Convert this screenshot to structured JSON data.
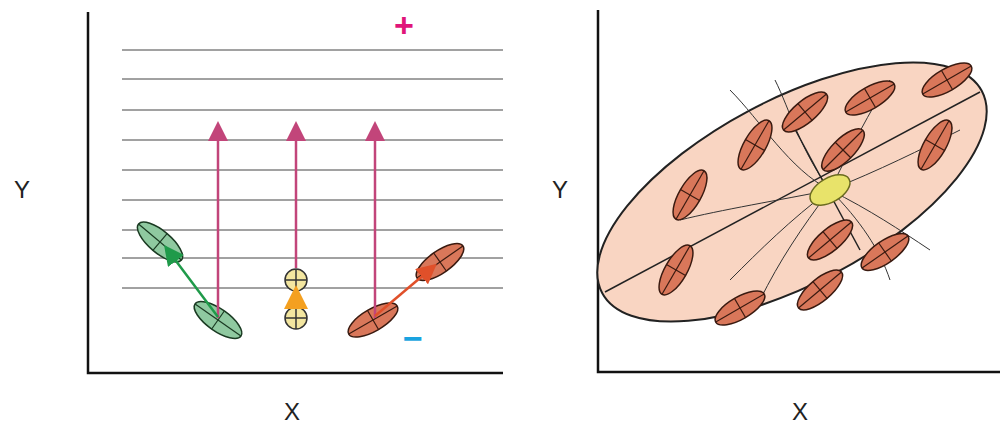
{
  "diagram": {
    "labels": [
      "Y",
      "X",
      "+",
      "−",
      "Y",
      "X"
    ]
  }
}
